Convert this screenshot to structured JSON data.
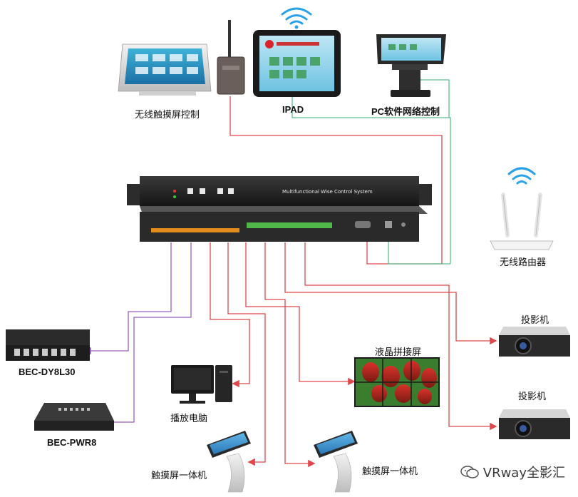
{
  "device": {
    "title": "Multifunctional Wise Control System"
  },
  "labels": {
    "wireless_touch": "无线触摸屏控制",
    "ipad": "IPAD",
    "pc_control": "PC软件网络控制",
    "wireless_router": "无线路由器",
    "projector_1": "投影机",
    "projector_2": "投影机",
    "lcd_wall": "液晶拼接屏",
    "player_pc": "播放电脑",
    "touch_kiosk_1": "触摸屏一体机",
    "touch_kiosk_2": "触摸屏一体机",
    "bec_dy8l30": "BEC-DY8L30",
    "bec_pwr8": "BEC-PWR8"
  },
  "watermark": {
    "text": "VRway全影汇"
  },
  "colors": {
    "red_line": "#e0474c",
    "green_line": "#5bbf8f",
    "purple_line": "#9a5fc0",
    "wifi_blue": "#2aa3e6"
  }
}
